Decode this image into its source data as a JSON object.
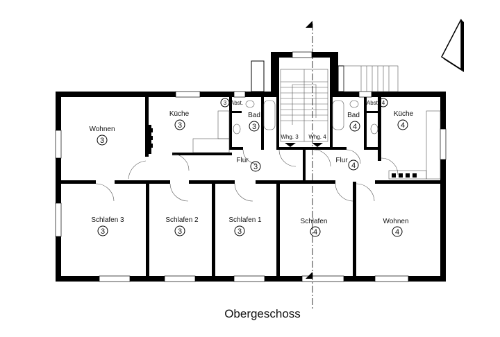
{
  "title": "Obergeschoss",
  "rooms": [
    {
      "name": "Wohnen",
      "unit": "3"
    },
    {
      "name": "Küche",
      "unit": "3"
    },
    {
      "name": "Abst.",
      "unit": "3"
    },
    {
      "name": "Bad",
      "unit": "3"
    },
    {
      "name": "Flur",
      "unit": "3"
    },
    {
      "name": "Schlafen 3",
      "unit": "3"
    },
    {
      "name": "Schlafen 2",
      "unit": "3"
    },
    {
      "name": "Schlafen 1",
      "unit": "3"
    },
    {
      "name": "Bad",
      "unit": "4"
    },
    {
      "name": "Abst.",
      "unit": "4"
    },
    {
      "name": "Küche",
      "unit": "4"
    },
    {
      "name": "Flur",
      "unit": "4"
    },
    {
      "name": "Schlafen",
      "unit": "4"
    },
    {
      "name": "Wohnen",
      "unit": "4"
    }
  ],
  "apartment_doors": {
    "left": "Whg. 3",
    "right": "Whg. 4"
  }
}
